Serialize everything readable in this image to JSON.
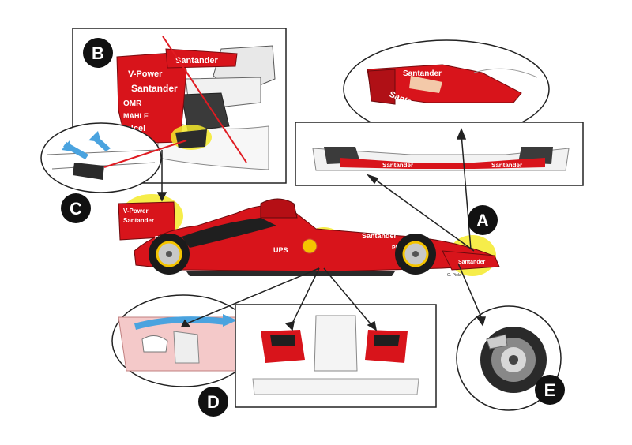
{
  "callouts": [
    {
      "id": "A",
      "label": "A"
    },
    {
      "id": "B",
      "label": "B"
    },
    {
      "id": "C",
      "label": "C"
    },
    {
      "id": "D",
      "label": "D"
    },
    {
      "id": "E",
      "label": "E"
    }
  ],
  "livery": {
    "sponsor_main": "Santander",
    "sponsor_fuel": "V-Power",
    "sponsor_tyre": "PIRELLI",
    "sponsor_logistics": "UPS",
    "sponsor_wing_1": "OMR",
    "sponsor_wing_2": "MAHLE",
    "sponsor_wing_3": "telcel",
    "artist_signature": "G. Piola"
  },
  "colors": {
    "car_red": "#d8141b",
    "highlight_yellow": "#f5ea2a",
    "arrow_red": "#e01b22",
    "flow_blue": "#4aa3df",
    "badge_black": "#111111"
  }
}
